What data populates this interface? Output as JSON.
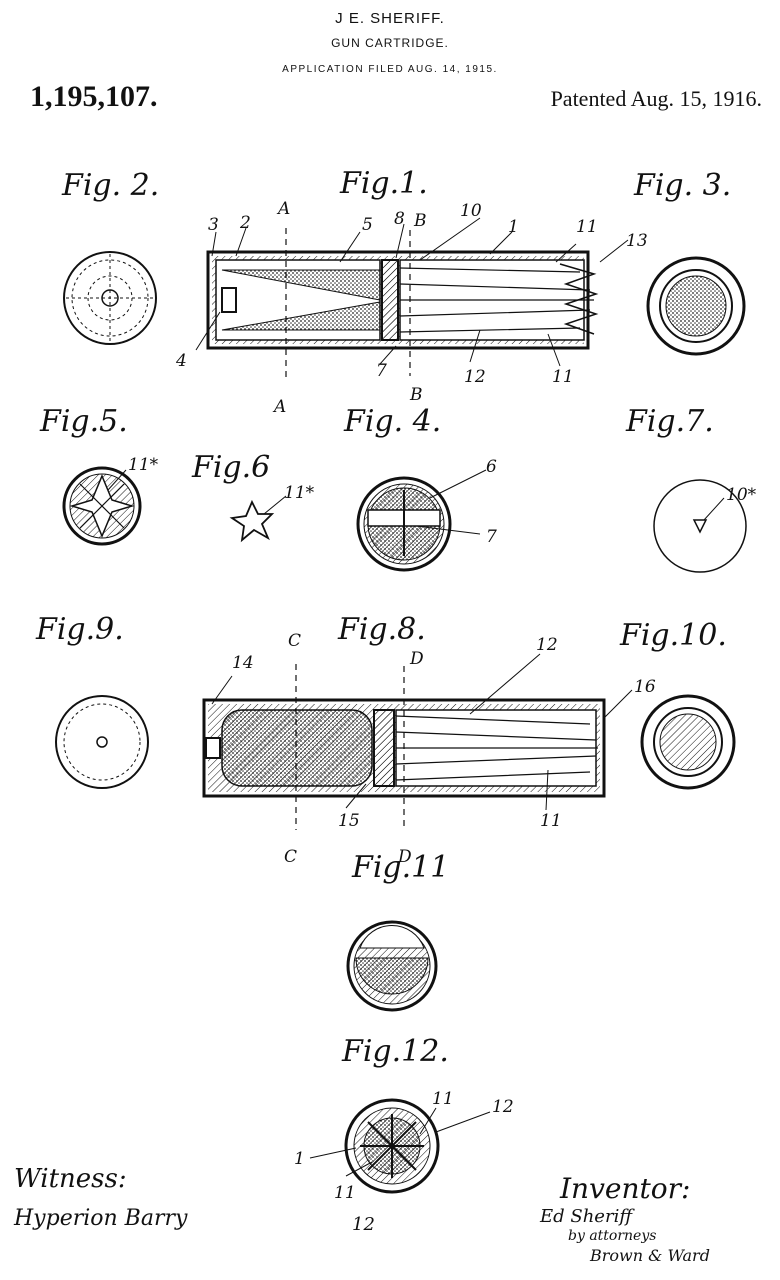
{
  "header": {
    "inventor": "J E. SHERIFF.",
    "title": "GUN CARTRIDGE.",
    "application": "APPLICATION FILED AUG. 14, 1915.",
    "patent_number": "1,195,107.",
    "patented": "Patented Aug. 15, 1916."
  },
  "figures": {
    "fig1": "Fig.1.",
    "fig2": "Fig. 2.",
    "fig3": "Fig. 3.",
    "fig4": "Fig. 4.",
    "fig5": "Fig.5.",
    "fig6": "Fig.6",
    "fig7": "Fig.7.",
    "fig8": "Fig.8.",
    "fig9": "Fig.9.",
    "fig10": "Fig.10.",
    "fig11": "Fig.11",
    "fig12": "Fig.12."
  },
  "reference_numerals": {
    "n1": "1",
    "n2": "2",
    "n3": "3",
    "n4": "4",
    "n5": "5",
    "n6": "6",
    "n7": "7",
    "n8": "8",
    "n10": "10",
    "n11": "11",
    "n12": "12",
    "n13": "13",
    "n14": "14",
    "n15": "15",
    "n16": "16",
    "n11s": "11*",
    "n10s": "10*"
  },
  "section_letters": {
    "a": "A",
    "b": "B",
    "c": "C",
    "d": "D"
  },
  "footer": {
    "witness_label": "Witness:",
    "witness_signature": "Hyperion Barry",
    "inventor_label": "Inventor:",
    "inventor_signature": "Ed Sheriff",
    "attorneys_line": "by attorneys",
    "attorneys_signature": "Brown & Ward",
    "bottom_number": "12"
  }
}
